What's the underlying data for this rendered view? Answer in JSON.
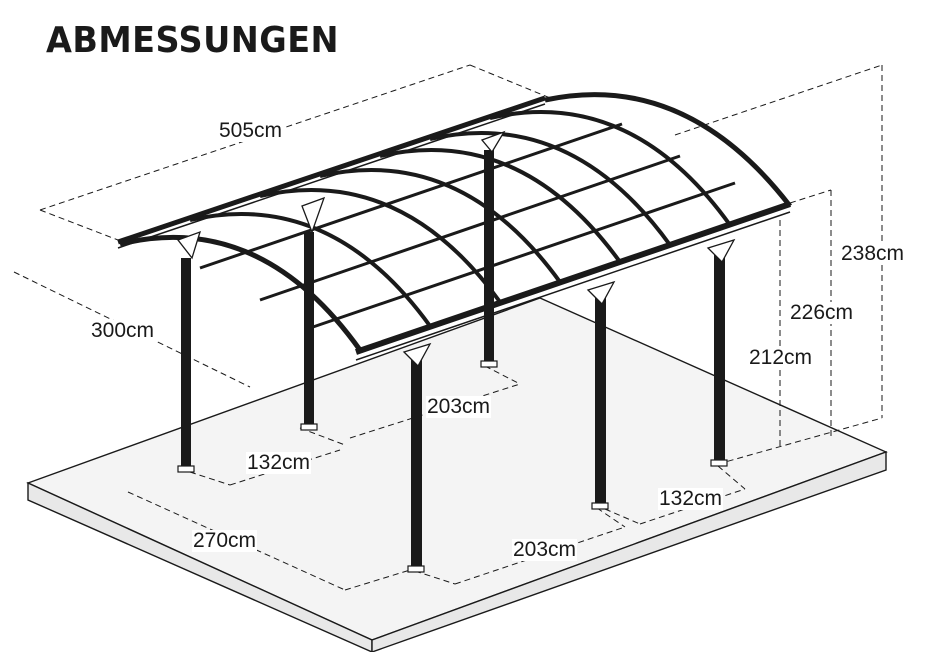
{
  "title": "ABMESSUNGEN",
  "colors": {
    "ink": "#1a1a1a",
    "slab": "#f2f2f2",
    "background": "#ffffff"
  },
  "dimensions": {
    "total_length": "505cm",
    "total_width": "300cm",
    "post_spacing_back": "203cm",
    "post_spacing_front": "203cm",
    "overhang_left": "132cm",
    "overhang_right": "132cm",
    "post_width_span": "270cm",
    "height_max": "238cm",
    "height_mid": "226cm",
    "height_clearance": "212cm"
  }
}
